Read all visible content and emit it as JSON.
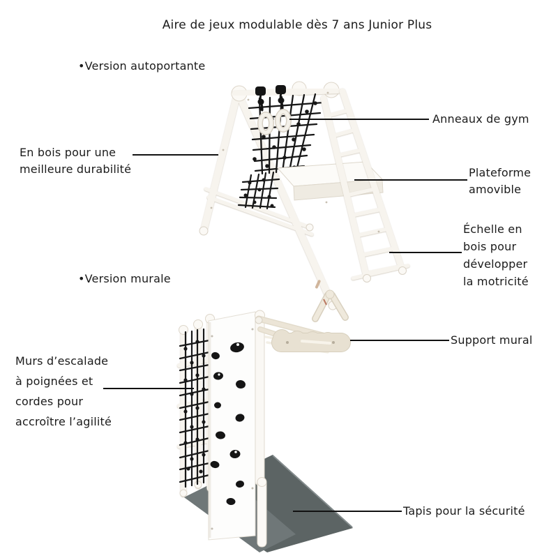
{
  "title": "Aire de jeux modulable dès 7 ans Junior Plus",
  "sections": {
    "freestanding": {
      "bullet_label": "•Version autoportante"
    },
    "wall": {
      "bullet_label": "•Version murale"
    }
  },
  "callouts": {
    "anneaux": {
      "label": "Anneaux de gym"
    },
    "en_bois": {
      "lines": [
        "En bois pour une",
        "meilleure durabilité"
      ]
    },
    "plateforme": {
      "lines": [
        "Plateforme",
        "amovible"
      ]
    },
    "echelle": {
      "lines": [
        "Échelle en",
        "bois pour",
        "développer",
        "la motricité"
      ]
    },
    "support": {
      "label": "Support mural"
    },
    "murs": {
      "lines": [
        "Murs d’escalade",
        "à poignées et",
        "cordes pour",
        "accroître l’agilité"
      ]
    },
    "tapis": {
      "label": "Tapis pour la sécurité"
    }
  },
  "colors": {
    "text": "#1b1b1b",
    "leader_line": "#111111",
    "wood_white": "#f7f4ee",
    "wood_edge": "#ddd6ca",
    "wood_beige": "#e8e1d2",
    "net_black": "#171717",
    "mat_dark": "#5c6464",
    "mat_light": "#6f7778"
  }
}
